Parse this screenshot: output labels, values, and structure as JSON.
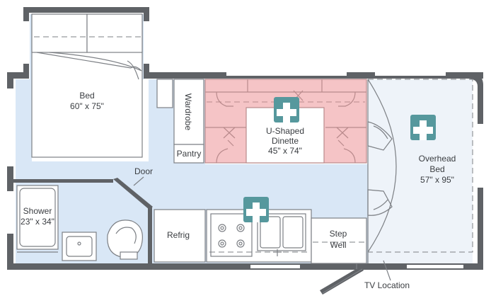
{
  "rooms": {
    "bed": {
      "name": "Bed",
      "size": "60\" x 75\""
    },
    "wardrobe": {
      "name": "Wardrobe"
    },
    "pantry": {
      "name": "Pantry"
    },
    "dinette": {
      "name_line1": "U-Shaped",
      "name_line2": "Dinette",
      "size": "45\" x 74\""
    },
    "overhead_bed": {
      "name_line1": "Overhead",
      "name_line2": "Bed",
      "size": "57\" x 95\""
    },
    "door": {
      "name": "Door"
    },
    "shower": {
      "name": "Shower",
      "size": "23\" x 34\""
    },
    "refrig": {
      "name": "Refrig"
    },
    "step_well": {
      "name_line1": "Step",
      "name_line2": "Well"
    },
    "tv_location": {
      "name": "TV Location"
    }
  },
  "markers": {
    "count": 3,
    "icon": "plus-icon",
    "color": "#56989d"
  },
  "colors": {
    "wall": "#5f6266",
    "floor": "#d9e7f6",
    "dinette": "#f5c4c6",
    "marker": "#56989d"
  }
}
